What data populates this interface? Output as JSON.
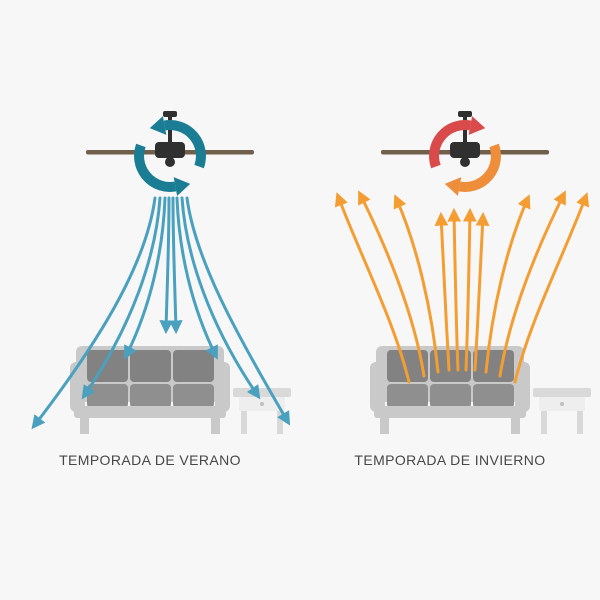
{
  "panels": [
    {
      "caption": "TEMPORADA DE VERANO",
      "fan_rotation": "counterclockwise",
      "airflow_direction": "downward"
    },
    {
      "caption": "TEMPORADA DE INVIERNO",
      "fan_rotation": "clockwise",
      "airflow_direction": "upward"
    }
  ],
  "colors": {
    "background": "#f7f7f7",
    "caption_text": "#474747",
    "summer_rotation": "#1b7d94",
    "summer_flow": "#4aa0bf",
    "winter_rotation_red": "#d94b4b",
    "winter_rotation_orange": "#ee8d3a",
    "winter_flow": "#f49d33",
    "fan_body": "#303030",
    "fan_blade": "#6f5f4b",
    "sofa_frame": "#c9c9c9",
    "sofa_cushion_back": "#828282",
    "sofa_cushion_seat": "#8f8f8f",
    "table_top": "#d9d9d9",
    "table_body": "#eeeeee",
    "table_knob": "#c0c0c0"
  }
}
